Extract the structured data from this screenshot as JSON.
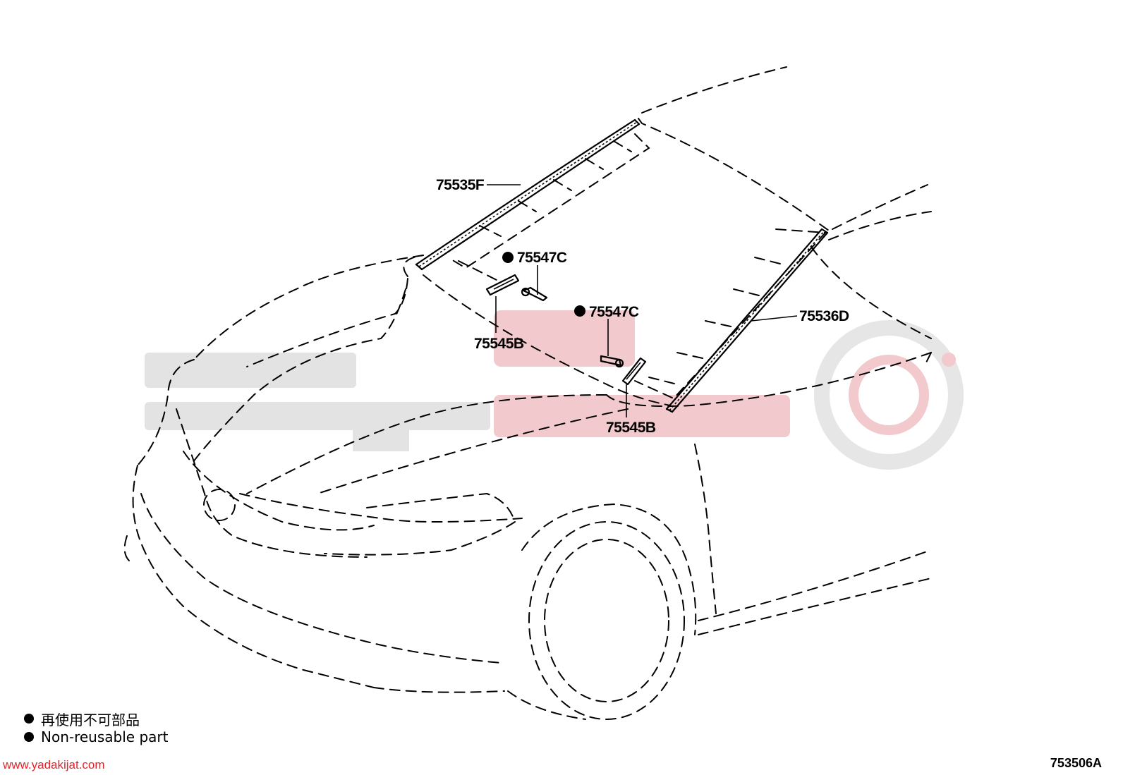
{
  "callouts": {
    "molding_roof_left": "75535F",
    "clip_1": "75547C",
    "clip_2": "75547C",
    "retainer_1": "75545B",
    "molding_right": "75536D",
    "retainer_2": "75545B"
  },
  "legend": {
    "line_jp": "再使用不可部品",
    "line_en": "Non-reusable part"
  },
  "footer": {
    "watermark_url": "www.yadakijat.com",
    "diagram_id": "753506A"
  },
  "colors": {
    "line": "#000000",
    "watermark_gray": "#e3e3e3",
    "watermark_red": "#e3242b"
  },
  "icons": [
    "non-reusable-bullet-icon"
  ]
}
